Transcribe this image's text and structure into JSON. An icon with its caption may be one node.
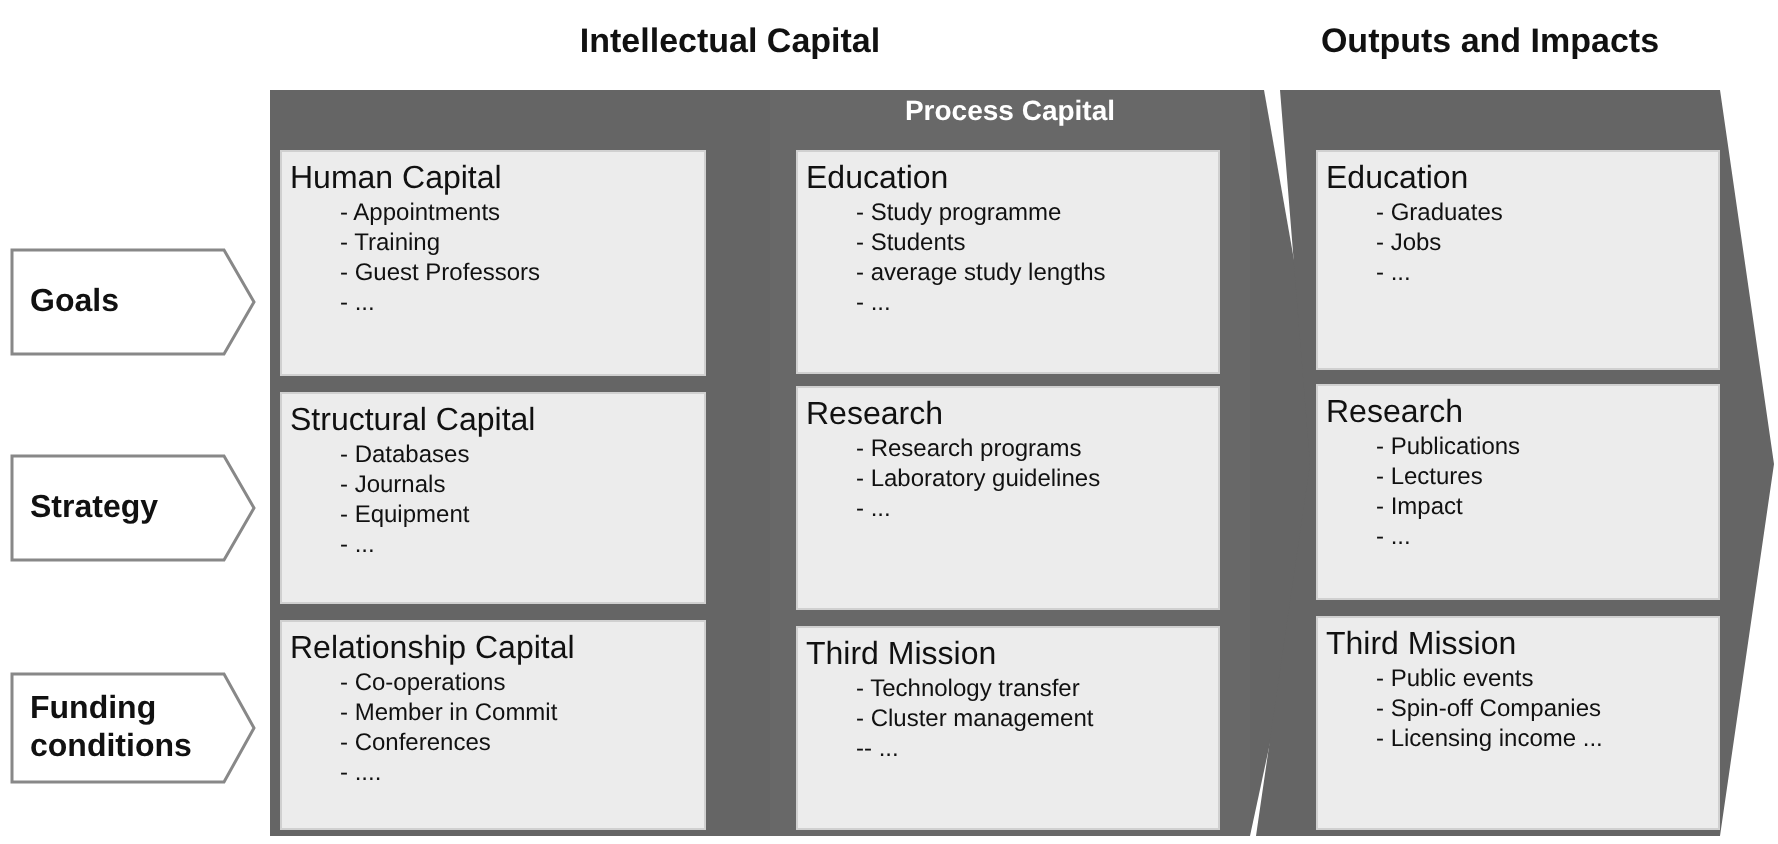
{
  "diagram": {
    "nodes": [
      {
        "text": [
          "Goals"
        ]
      },
      {
        "text": [
          "Strategy"
        ]
      },
      {
        "text": [
          "Funding conditions"
        ]
      },
      {
        "text": [
          "Intellectual Capital"
        ]
      },
      {
        "text": [
          "Human Capital",
          "- Appointments",
          "- Training",
          "- Guest Professors",
          "- ..."
        ],
        "in": 3
      },
      {
        "text": [
          "Structural Capital",
          "- Databases",
          "- Journals",
          "- Equipment",
          "- ..."
        ],
        "in": 3
      },
      {
        "text": [
          "Relationship Capital",
          "- Co-operations",
          "- Member in Commit",
          "- Conferences",
          "- ...."
        ],
        "in": 3
      },
      {
        "text": [
          "Process Capital"
        ],
        "in": 3
      },
      {
        "text": [
          "Education",
          "- Study programme",
          "- Students",
          "- average study lengths",
          "- ..."
        ],
        "in": 7
      },
      {
        "text": [
          "Research",
          "- Research programs",
          "- Laboratory guidelines",
          "- ..."
        ],
        "in": 7
      },
      {
        "text": [
          "Third Mission",
          "- Technology transfer",
          "- Cluster management",
          "-- ..."
        ],
        "in": 7
      },
      {
        "text": [
          "Outputs and Impacts"
        ]
      },
      {
        "text": [
          "Education",
          "- Graduates",
          "- Jobs",
          "- ..."
        ],
        "in": 11
      },
      {
        "text": [
          "Research",
          "- Publications",
          "- Lectures",
          "- Impact",
          "- ..."
        ],
        "in": 11
      },
      {
        "text": [
          "Third Mission",
          "- Public events",
          "- Spin-off Companies",
          "- Licensing income ..."
        ],
        "in": 11
      }
    ]
  }
}
